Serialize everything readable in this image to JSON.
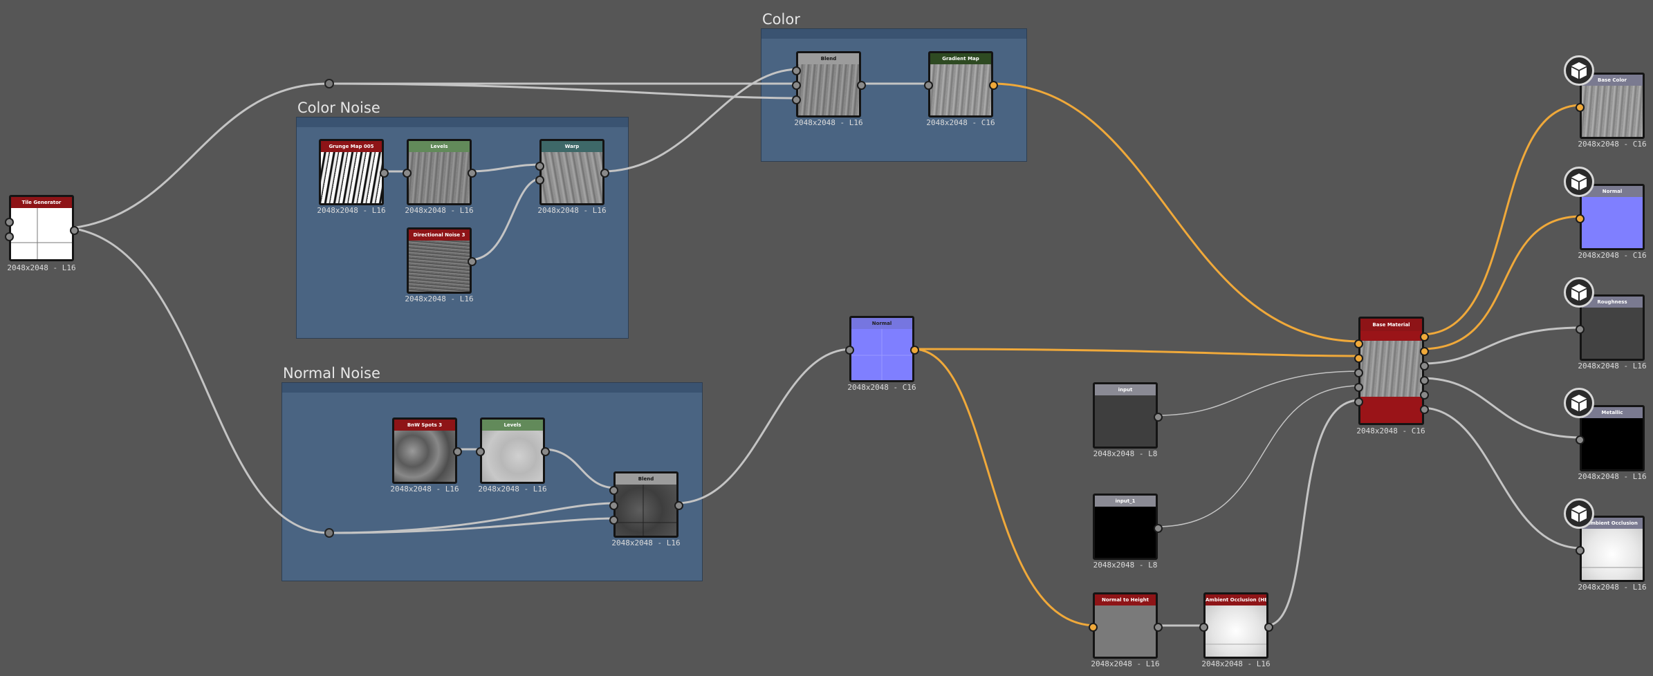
{
  "frames": {
    "color": {
      "title": "Color"
    },
    "color_noise": {
      "title": "Color Noise"
    },
    "normal_noise": {
      "title": "Normal Noise"
    }
  },
  "nodes": {
    "tile_generator": {
      "title": "Tile Generator",
      "label": "2048x2048 - L16"
    },
    "grunge_map": {
      "title": "Grunge Map 005",
      "label": "2048x2048 - L16"
    },
    "levels_1": {
      "title": "Levels",
      "label": "2048x2048 - L16"
    },
    "warp": {
      "title": "Warp",
      "label": "2048x2048 - L16"
    },
    "directional_noise": {
      "title": "Directional Noise 3",
      "label": "2048x2048 - L16"
    },
    "blend_color": {
      "title": "Blend",
      "label": "2048x2048 - L16"
    },
    "gradient_map": {
      "title": "Gradient Map",
      "label": "2048x2048 - C16"
    },
    "bnw_spots": {
      "title": "BnW Spots 3",
      "label": "2048x2048 - L16"
    },
    "levels_2": {
      "title": "Levels",
      "label": "2048x2048 - L16"
    },
    "blend_normal": {
      "title": "Blend",
      "label": "2048x2048 - L16"
    },
    "normal": {
      "title": "Normal",
      "label": "2048x2048 - C16"
    },
    "input": {
      "title": "input",
      "label": "2048x2048 - L8"
    },
    "input_1": {
      "title": "input_1",
      "label": "2048x2048 - L8"
    },
    "normal_to_height": {
      "title": "Normal to Height",
      "label": "2048x2048 - L16"
    },
    "ambient_occlusion_hbao": {
      "title": "Ambient Occlusion (HB...",
      "label": "2048x2048 - L16"
    },
    "base_material": {
      "title": "Base Material",
      "label": "2048x2048 - C16"
    }
  },
  "outputs": {
    "base_color": {
      "title": "Base Color",
      "label": "2048x2048 - C16"
    },
    "normal_out": {
      "title": "Normal",
      "label": "2048x2048 - C16"
    },
    "roughness": {
      "title": "Roughness",
      "label": "2048x2048 - L16"
    },
    "metallic": {
      "title": "Metallic",
      "label": "2048x2048 - L16"
    },
    "ambient_occlusion": {
      "title": "Ambient Occlusion",
      "label": "2048x2048 - L16"
    }
  },
  "colors": {
    "background": "#565656",
    "frame": "#4a6482",
    "wire_gray": "#c4c4c4",
    "wire_orange": "#f0a93a",
    "header_red": "#8e1417",
    "header_green": "#628a5a",
    "header_teal": "#3e6868",
    "header_gray": "#9c9c9c",
    "header_dark_green": "#2e4a22",
    "header_normal": "#7676e0",
    "header_output": "#7a7a90"
  },
  "icons": {
    "output": "cube-icon"
  }
}
